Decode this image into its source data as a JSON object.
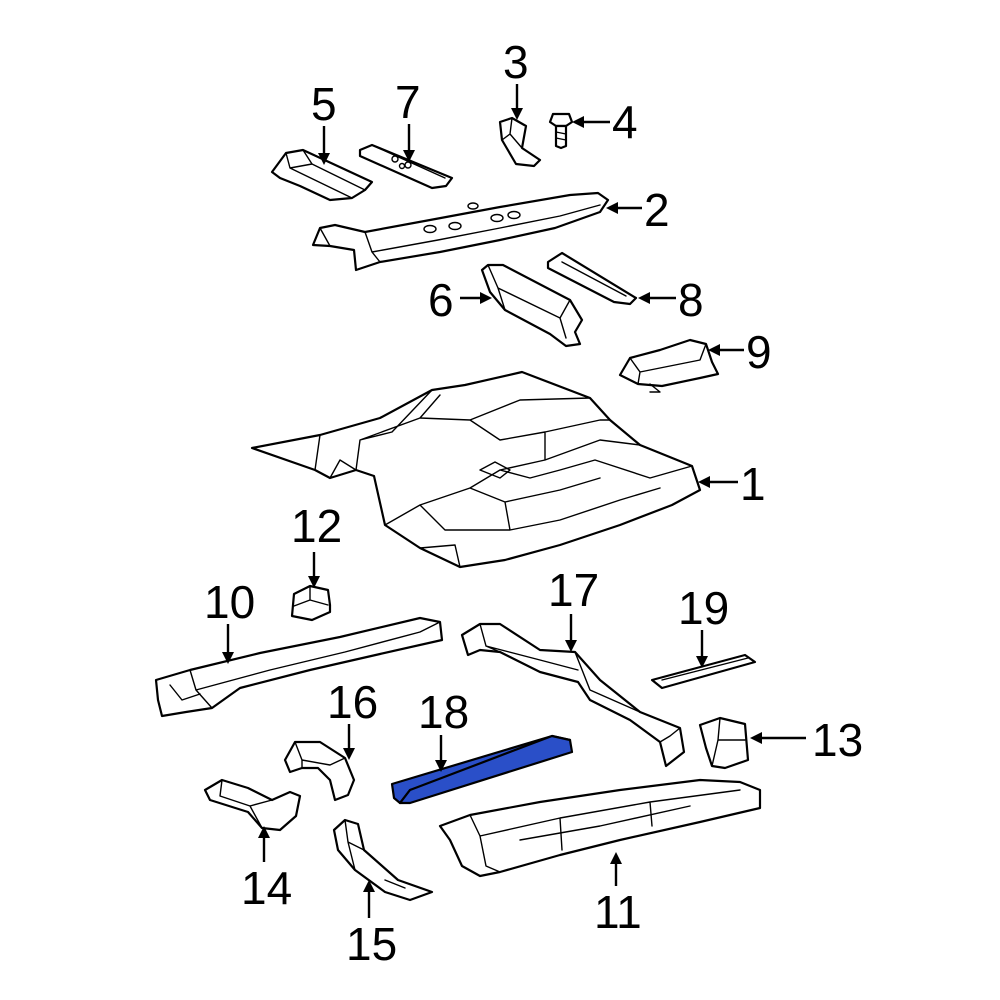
{
  "highlight_color": "#2a4fc8",
  "callouts": {
    "p1": "1",
    "p2": "2",
    "p3": "3",
    "p4": "4",
    "p5": "5",
    "p6": "6",
    "p7": "7",
    "p8": "8",
    "p9": "9",
    "p10": "10",
    "p11": "11",
    "p12": "12",
    "p13": "13",
    "p14": "14",
    "p15": "15",
    "p16": "16",
    "p17": "17",
    "p18": "18",
    "p19": "19"
  },
  "highlighted_part": "18"
}
